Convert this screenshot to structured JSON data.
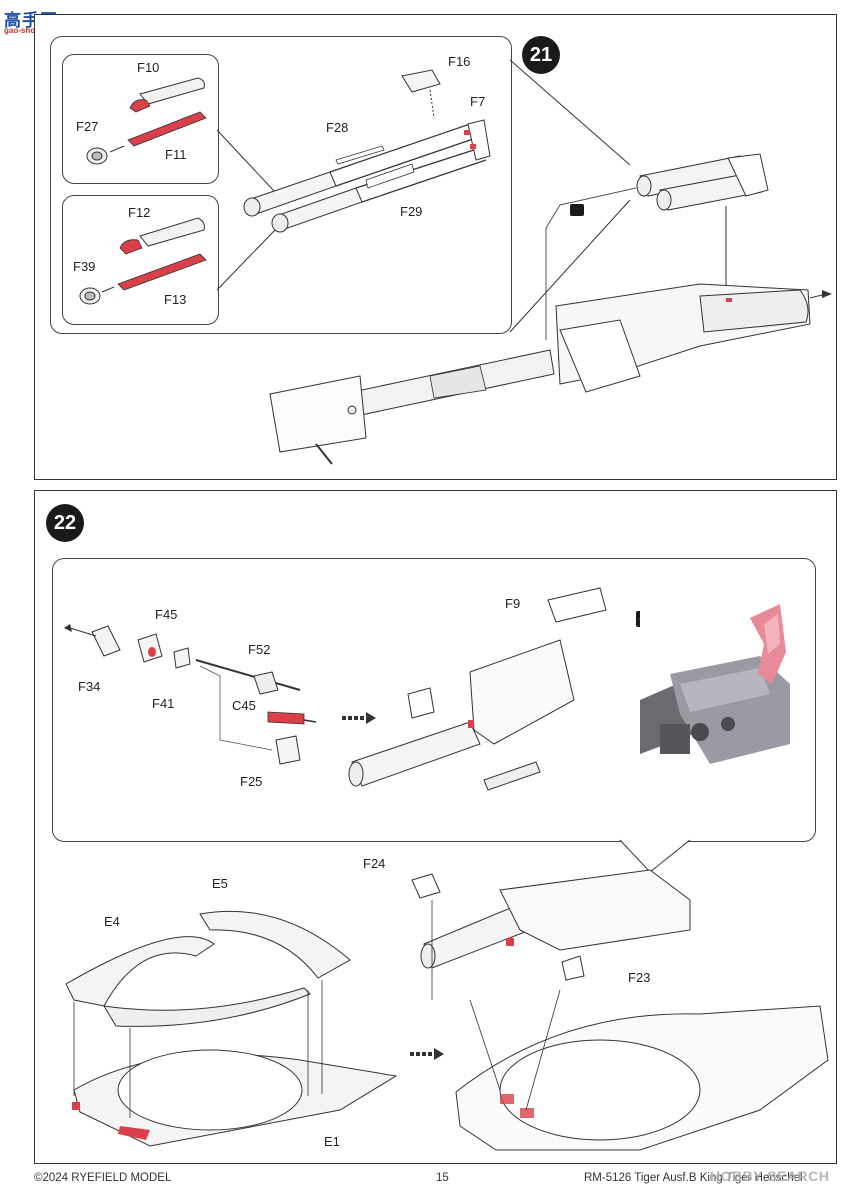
{
  "watermark_logo": {
    "main": "高手网",
    "sub": "gao-shou.com"
  },
  "step21": {
    "number": "21",
    "labels": {
      "f10": "F10",
      "f11": "F11",
      "f27": "F27",
      "f12": "F12",
      "f13": "F13",
      "f39": "F39",
      "f16": "F16",
      "f7": "F7",
      "f28": "F28",
      "f29": "F29"
    }
  },
  "step22": {
    "number": "22",
    "labels": {
      "f9": "F9",
      "f45": "F45",
      "f34": "F34",
      "f41": "F41",
      "f52": "F52",
      "c45": "C45",
      "f25": "F25",
      "f24": "F24",
      "f23": "F23",
      "e5": "E5",
      "e4": "E4",
      "e1": "E1"
    }
  },
  "footer": {
    "copyright": "©2024 RYEFIELD MODEL",
    "page_number": "15",
    "product": "RM-5126 Tiger Ausf.B King Tiger Henschel"
  },
  "site_watermark": "HOBBY SEARCH",
  "colors": {
    "accent_red": "#d9404a",
    "pink_highlight": "#e98a98",
    "line": "#333333"
  }
}
